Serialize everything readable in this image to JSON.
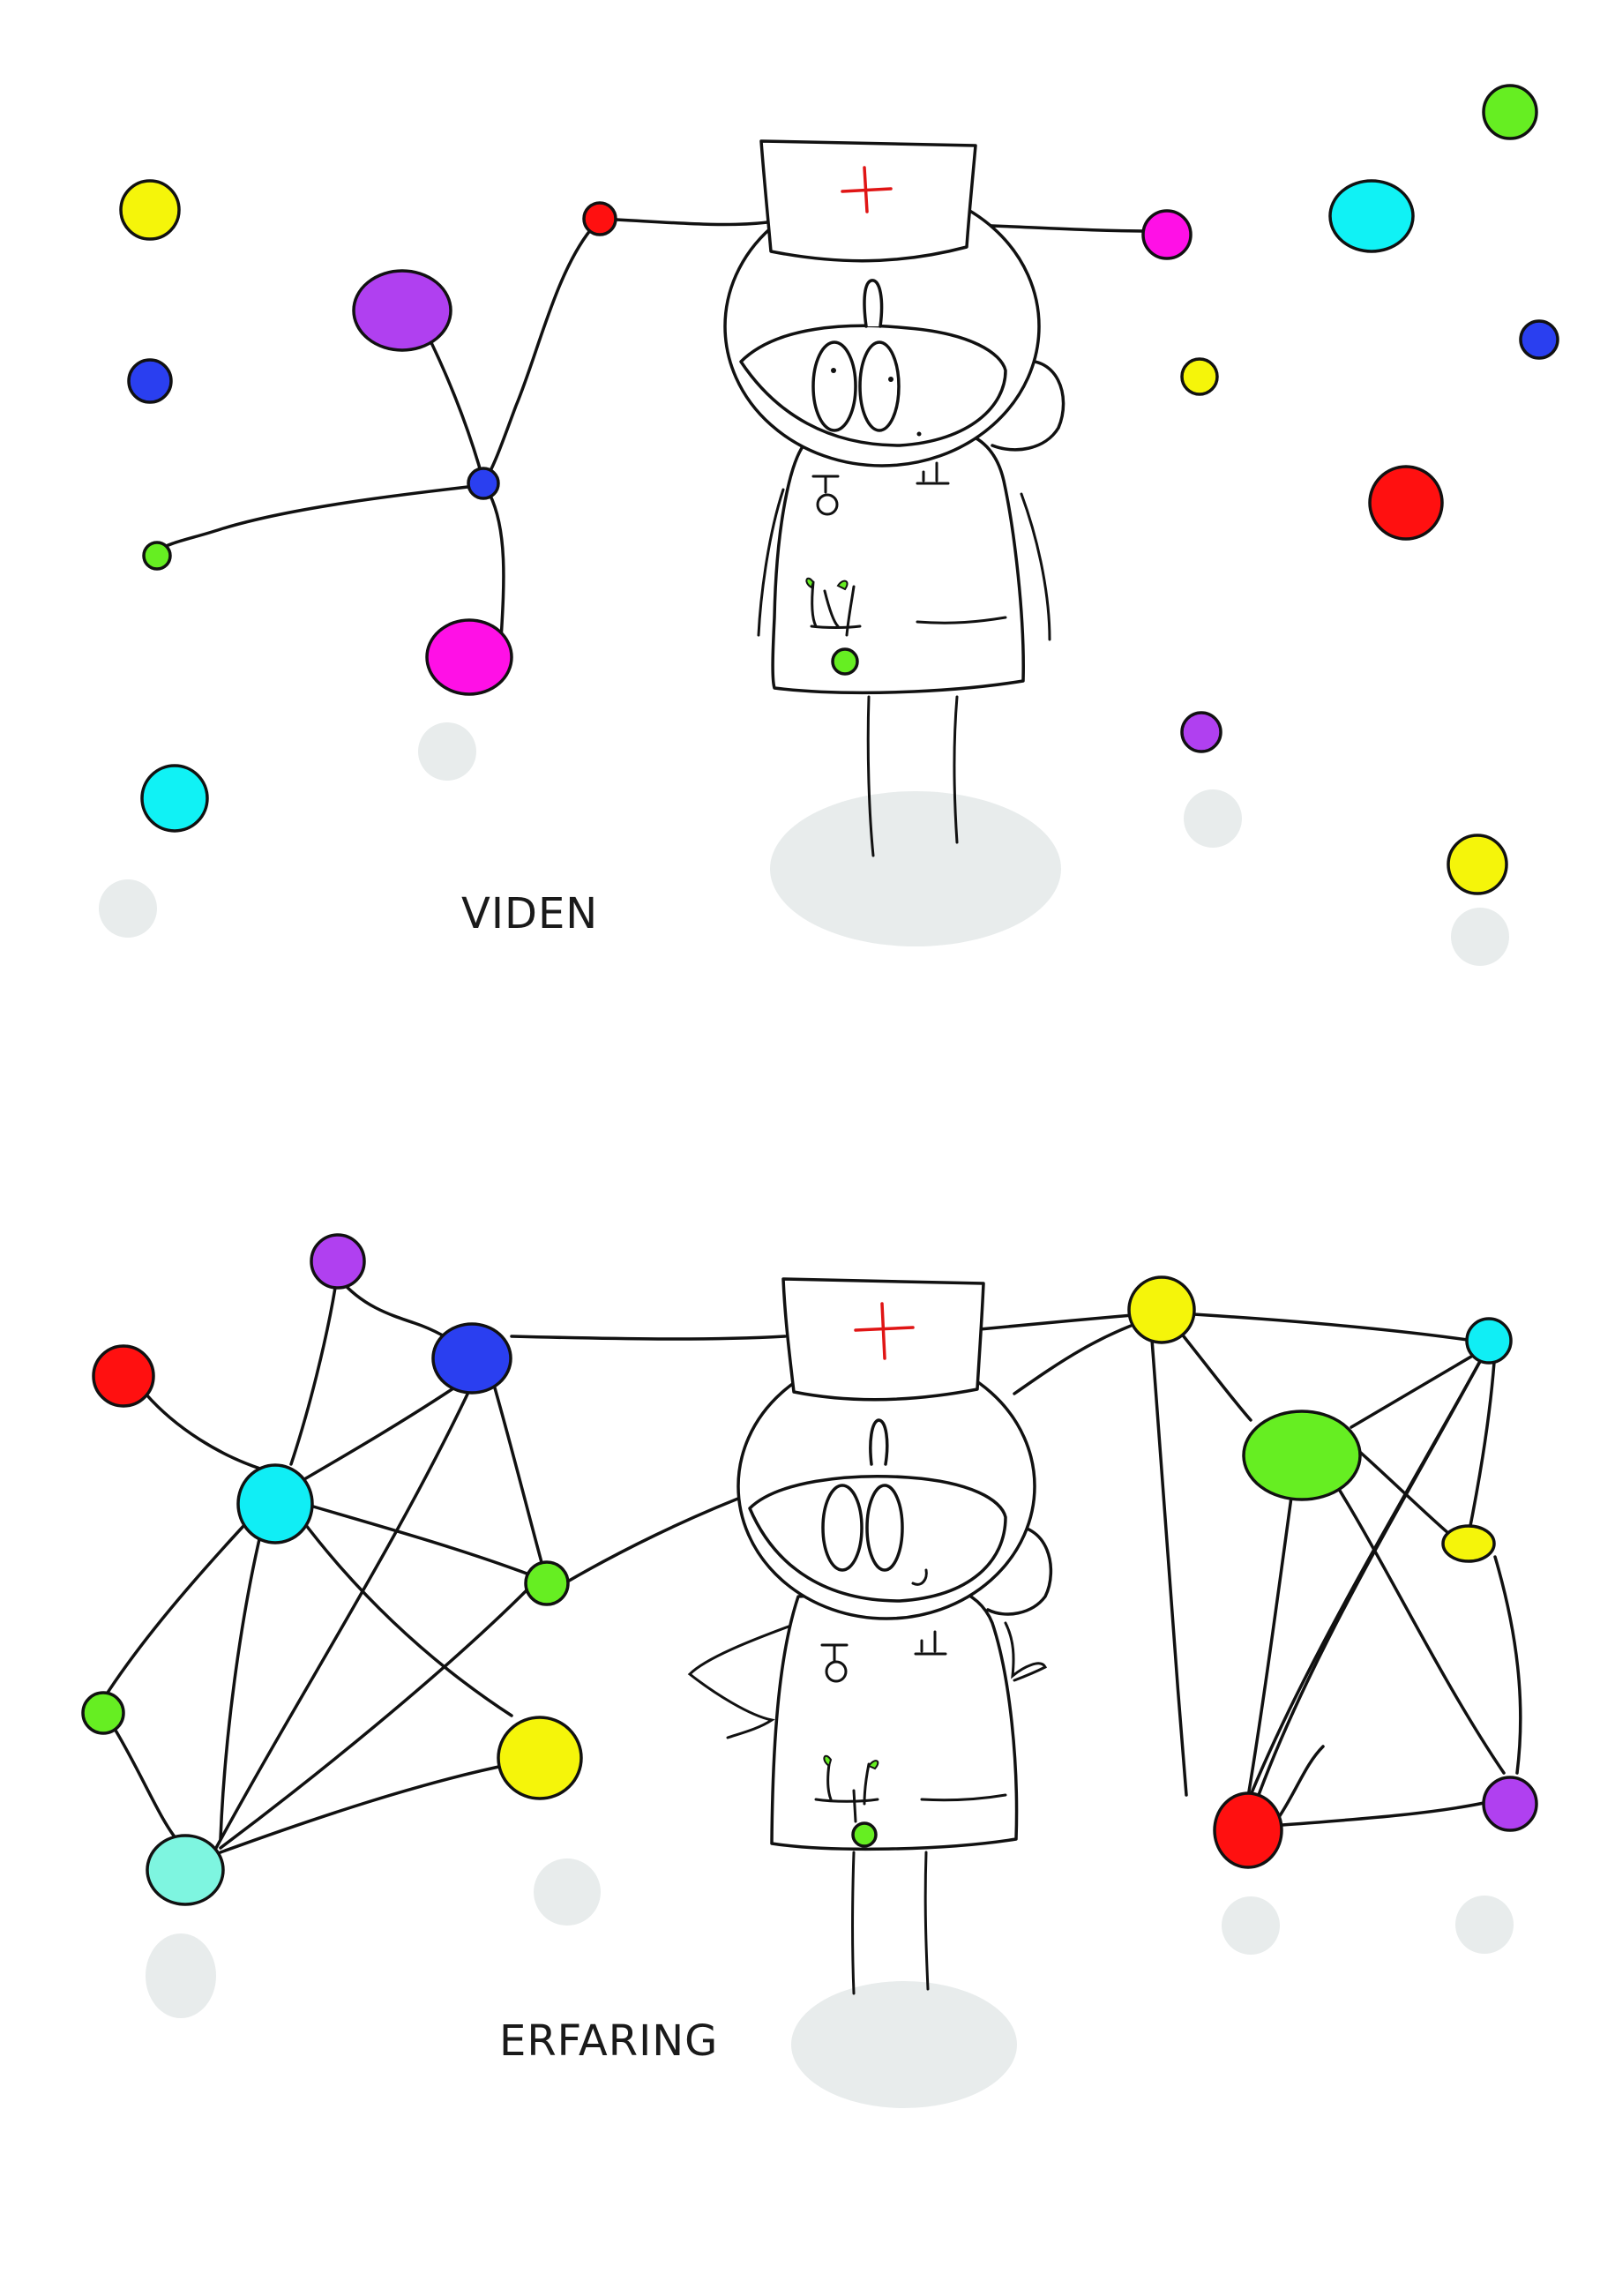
{
  "panels": [
    {
      "id": "viden",
      "caption": "VIDEN",
      "node_colors": {
        "yellow": "#f5f50a",
        "blue": "#2a3ff0",
        "cyan": "#10f2f5",
        "purple": "#b040f0",
        "magenta": "#ff10e6",
        "red": "#ff1010",
        "green": "#66ee22"
      }
    },
    {
      "id": "erfaring",
      "caption": "ERFARING",
      "node_colors": {
        "yellow": "#f5f50a",
        "blue": "#2a3ff0",
        "cyan": "#10eef5",
        "mint": "#7ef5e0",
        "purple": "#b040f0",
        "red": "#ff1010",
        "green": "#66ee22"
      }
    }
  ],
  "colors": {
    "background": "#ffffff",
    "line": "#111111",
    "shadow": "#e8ecec",
    "cross": "#e01515"
  },
  "icons": [
    "nurse-figure",
    "red-cross-icon"
  ]
}
